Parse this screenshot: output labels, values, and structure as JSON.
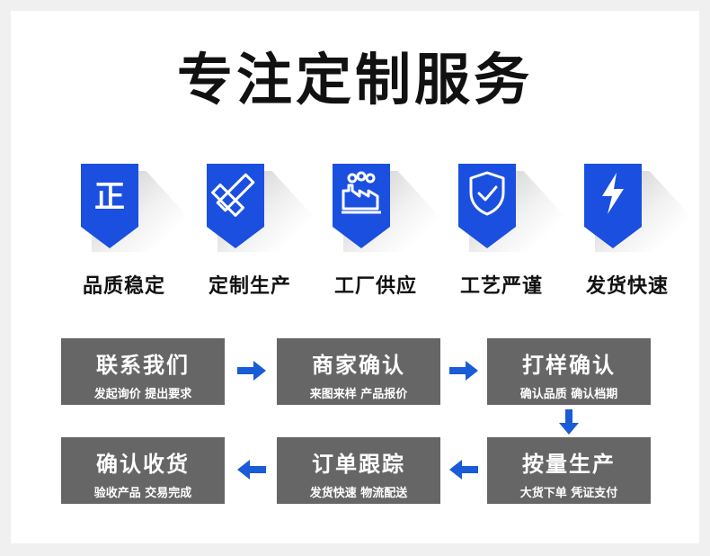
{
  "title": "专注定制服务",
  "colors": {
    "accent": "#1a4fe0",
    "box": "#666666",
    "arrow": "#1a5bd8"
  },
  "features": [
    {
      "label": "品质稳定",
      "icon": "zheng-character-icon",
      "glyph": "正"
    },
    {
      "label": "定制生产",
      "icon": "pencil-ruler-icon"
    },
    {
      "label": "工厂供应",
      "icon": "factory-icon"
    },
    {
      "label": "工艺严谨",
      "icon": "shield-check-icon"
    },
    {
      "label": "发货快速",
      "icon": "lightning-icon"
    }
  ],
  "steps": [
    {
      "title": "联系我们",
      "sub": "发起询价 提出要求"
    },
    {
      "title": "商家确认",
      "sub": "来图来样  产品报价"
    },
    {
      "title": "打样确认",
      "sub": "确认品质 确认档期"
    },
    {
      "title": "按量生产",
      "sub": "大货下单 凭证支付"
    },
    {
      "title": "订单跟踪",
      "sub": "发货快速 物流配送"
    },
    {
      "title": "确认收货",
      "sub": "验收产品 交易完成"
    }
  ]
}
